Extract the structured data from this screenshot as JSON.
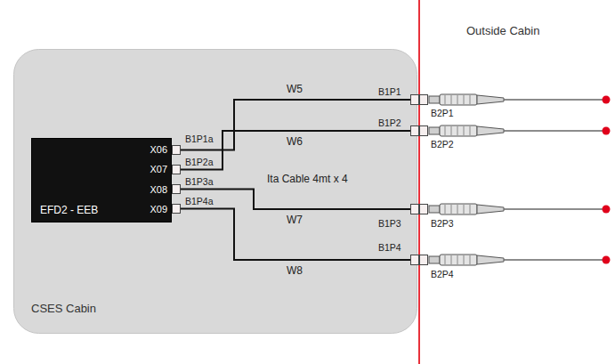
{
  "diagram": {
    "nodes": [
      {
        "text": [
          "CSES Cabin"
        ]
      },
      {
        "text": [
          "EFD2 - EEB"
        ],
        "in": 0
      },
      {
        "text": [
          "B1P1a"
        ],
        "in": 0
      },
      {
        "text": [
          "B1P2a"
        ],
        "in": 0
      },
      {
        "text": [
          "B1P3a"
        ],
        "in": 0
      },
      {
        "text": [
          "B1P4a"
        ],
        "in": 0
      },
      {
        "text": [
          "B1P1"
        ]
      },
      {
        "text": [
          "B1P2"
        ]
      },
      {
        "text": [
          "B1P3"
        ]
      },
      {
        "text": [
          "B1P4"
        ]
      },
      {
        "text": [
          "B2P1"
        ]
      },
      {
        "text": [
          "B2P2"
        ]
      },
      {
        "text": [
          "B2P3"
        ]
      },
      {
        "text": [
          "B2P4"
        ]
      }
    ],
    "edges": [
      {
        "from": 2,
        "to": 6,
        "arrow": "none",
        "label": "W5"
      },
      {
        "from": 3,
        "to": 7,
        "arrow": "none",
        "label": "W6"
      },
      {
        "from": 4,
        "to": 8,
        "arrow": "none",
        "label": "W7"
      },
      {
        "from": 5,
        "to": 9,
        "arrow": "none",
        "label": "W8"
      }
    ],
    "labels": [
      "X06",
      "X07",
      "X08",
      "X09",
      "Ita Cable 4mt x 4",
      "Outside Cabin"
    ]
  }
}
